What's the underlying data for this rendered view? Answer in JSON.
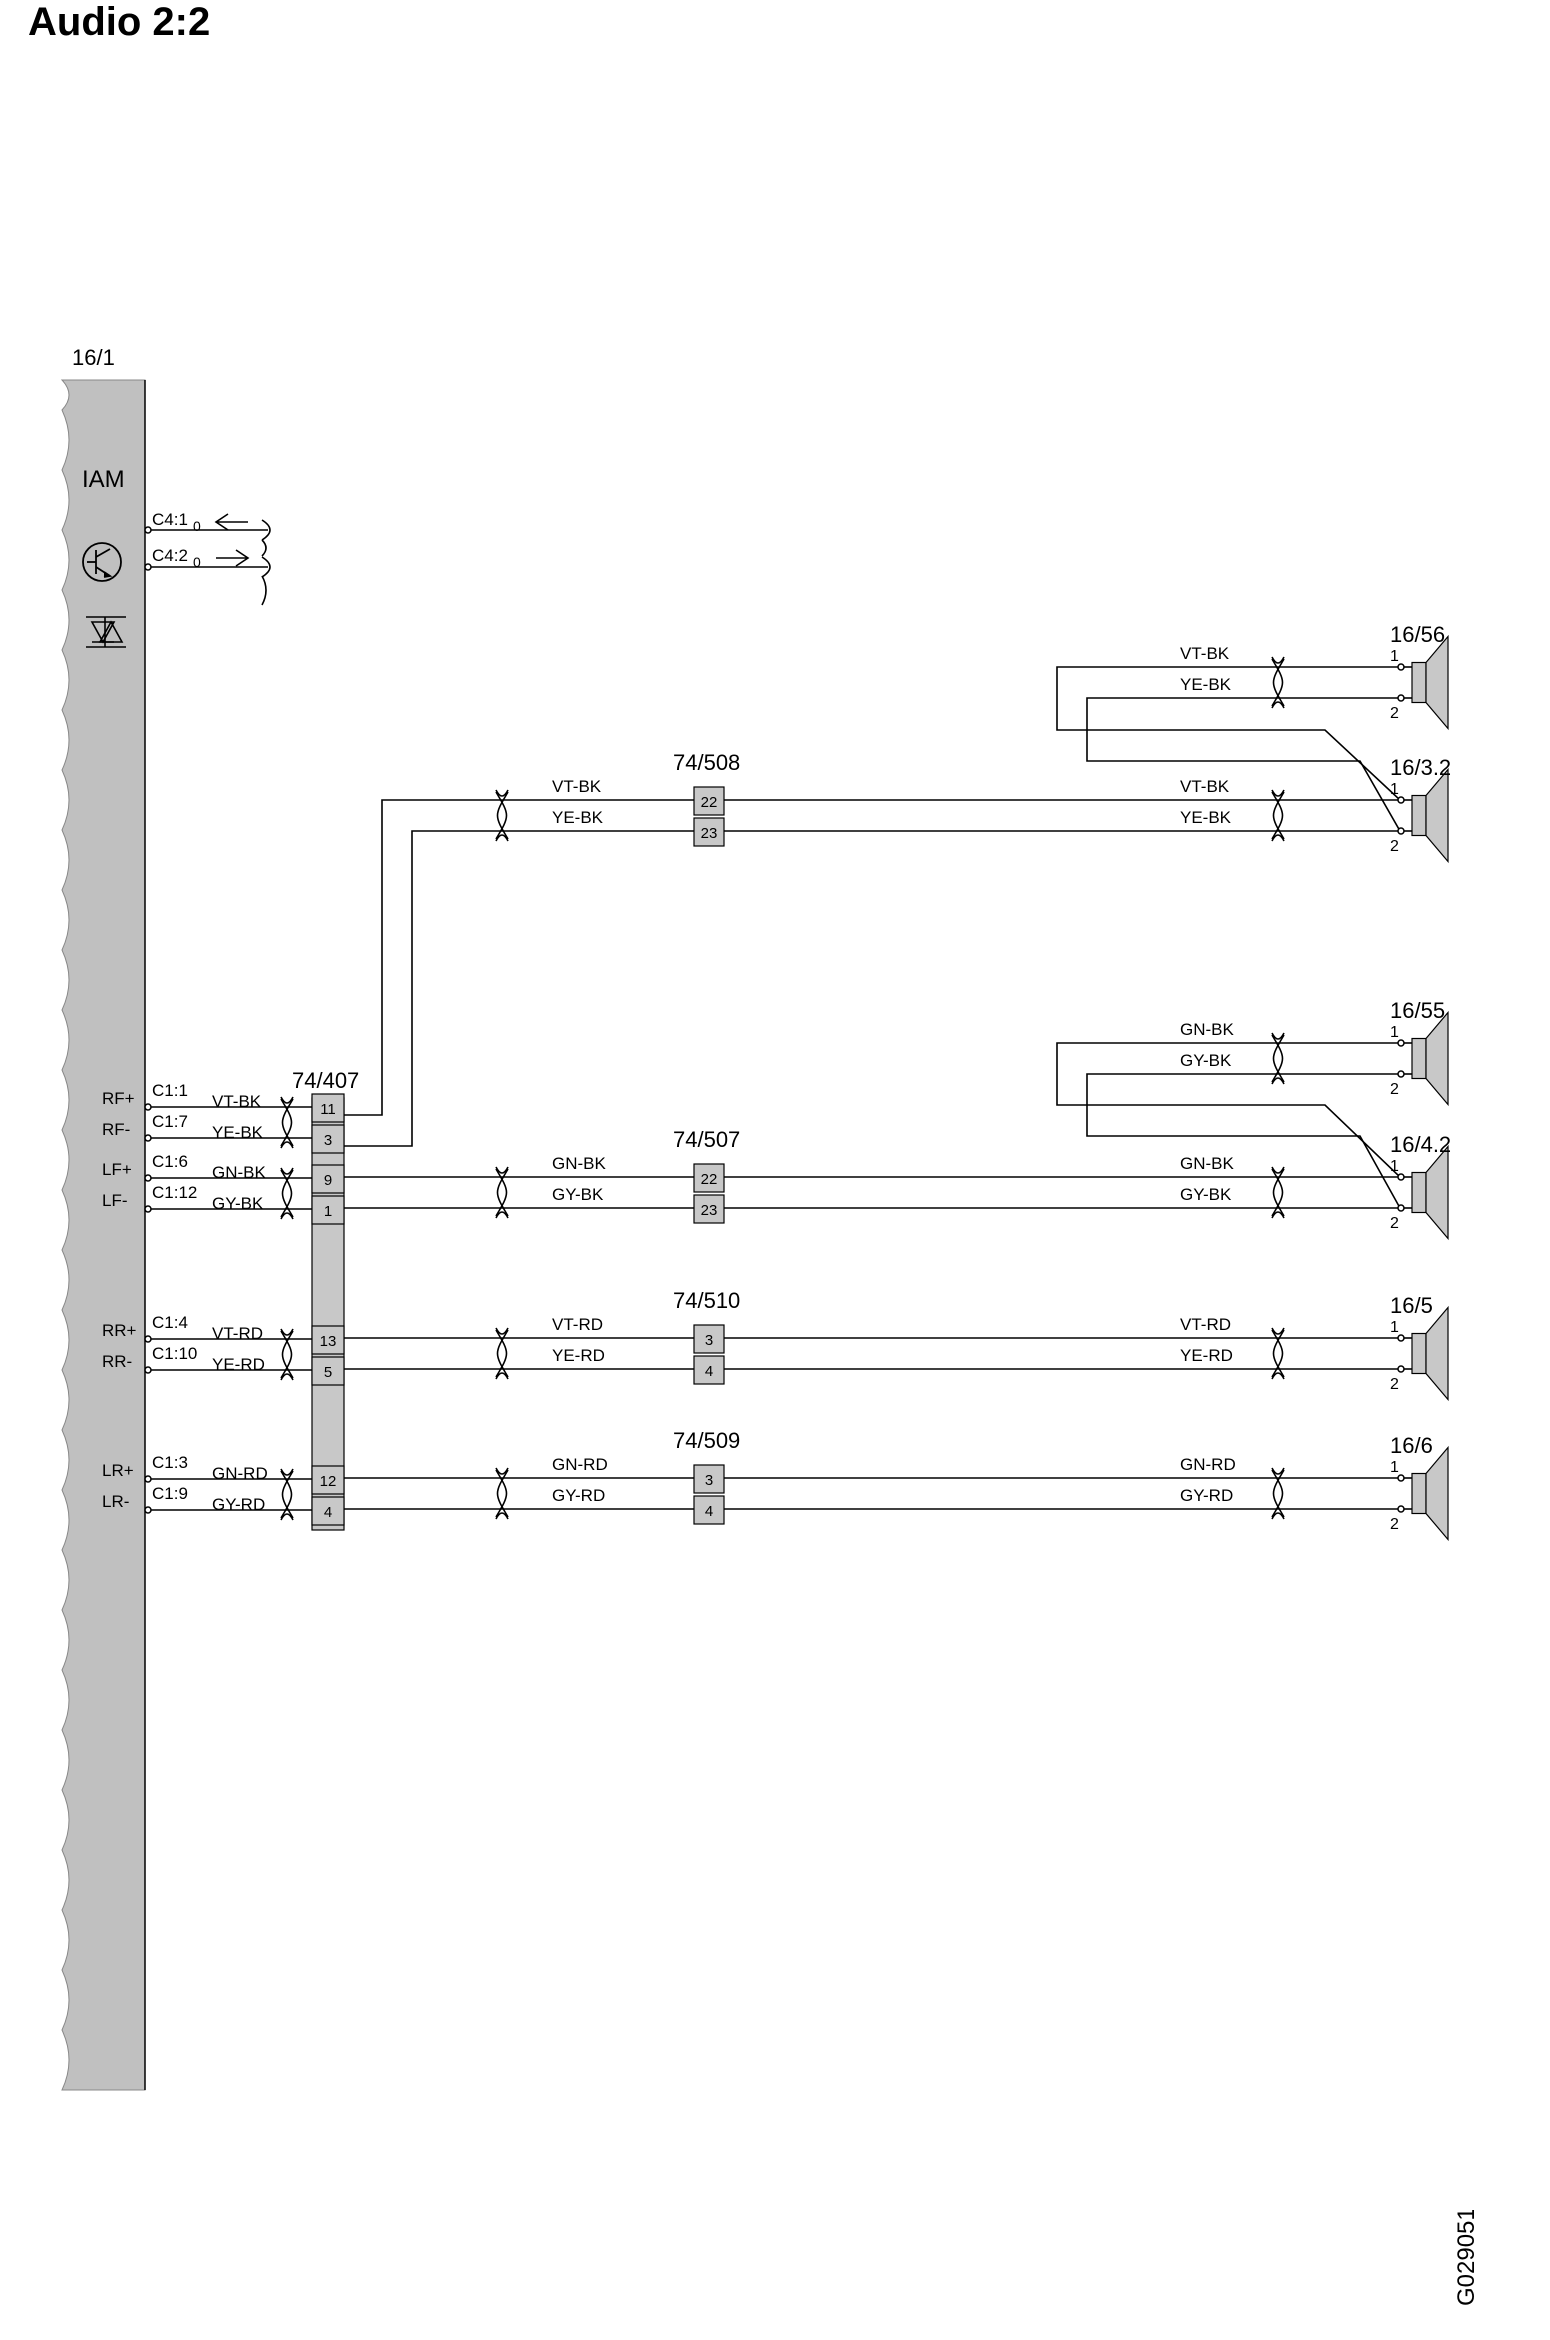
{
  "title": "Audio 2:2",
  "document_code": "G029051",
  "module": {
    "ref": "16/1",
    "name": "IAM",
    "c4_pins": [
      "C4:1",
      "C4:2"
    ],
    "pin_zero": "0",
    "signals": [
      {
        "label": "RF+",
        "pin": "C1:1",
        "color": "VT-BK"
      },
      {
        "label": "RF-",
        "pin": "C1:7",
        "color": "YE-BK"
      },
      {
        "label": "LF+",
        "pin": "C1:6",
        "color": "GN-BK"
      },
      {
        "label": "LF-",
        "pin": "C1:12",
        "color": "GY-BK"
      },
      {
        "label": "RR+",
        "pin": "C1:4",
        "color": "VT-RD"
      },
      {
        "label": "RR-",
        "pin": "C1:10",
        "color": "YE-RD"
      },
      {
        "label": "LR+",
        "pin": "C1:3",
        "color": "GN-RD"
      },
      {
        "label": "LR-",
        "pin": "C1:9",
        "color": "GY-RD"
      }
    ]
  },
  "connector_407": {
    "ref": "74/407",
    "pins": [
      "11",
      "3",
      "9",
      "1",
      "13",
      "5",
      "12",
      "4"
    ]
  },
  "connectors": [
    {
      "ref": "74/508",
      "pins": [
        "22",
        "23"
      ],
      "colors": [
        "VT-BK",
        "YE-BK"
      ]
    },
    {
      "ref": "74/507",
      "pins": [
        "22",
        "23"
      ],
      "colors": [
        "GN-BK",
        "GY-BK"
      ]
    },
    {
      "ref": "74/510",
      "pins": [
        "3",
        "4"
      ],
      "colors": [
        "VT-RD",
        "YE-RD"
      ]
    },
    {
      "ref": "74/509",
      "pins": [
        "3",
        "4"
      ],
      "colors": [
        "GN-RD",
        "GY-RD"
      ]
    }
  ],
  "speakers": [
    {
      "ref": "16/56",
      "pins": [
        "1",
        "2"
      ],
      "colors": [
        "VT-BK",
        "YE-BK"
      ]
    },
    {
      "ref": "16/3.2",
      "pins": [
        "1",
        "2"
      ],
      "colors": [
        "VT-BK",
        "YE-BK"
      ]
    },
    {
      "ref": "16/55",
      "pins": [
        "1",
        "2"
      ],
      "colors": [
        "GN-BK",
        "GY-BK"
      ]
    },
    {
      "ref": "16/4.2",
      "pins": [
        "1",
        "2"
      ],
      "colors": [
        "GN-BK",
        "GY-BK"
      ]
    },
    {
      "ref": "16/5",
      "pins": [
        "1",
        "2"
      ],
      "colors": [
        "VT-RD",
        "YE-RD"
      ]
    },
    {
      "ref": "16/6",
      "pins": [
        "1",
        "2"
      ],
      "colors": [
        "GN-RD",
        "GY-RD"
      ]
    }
  ]
}
